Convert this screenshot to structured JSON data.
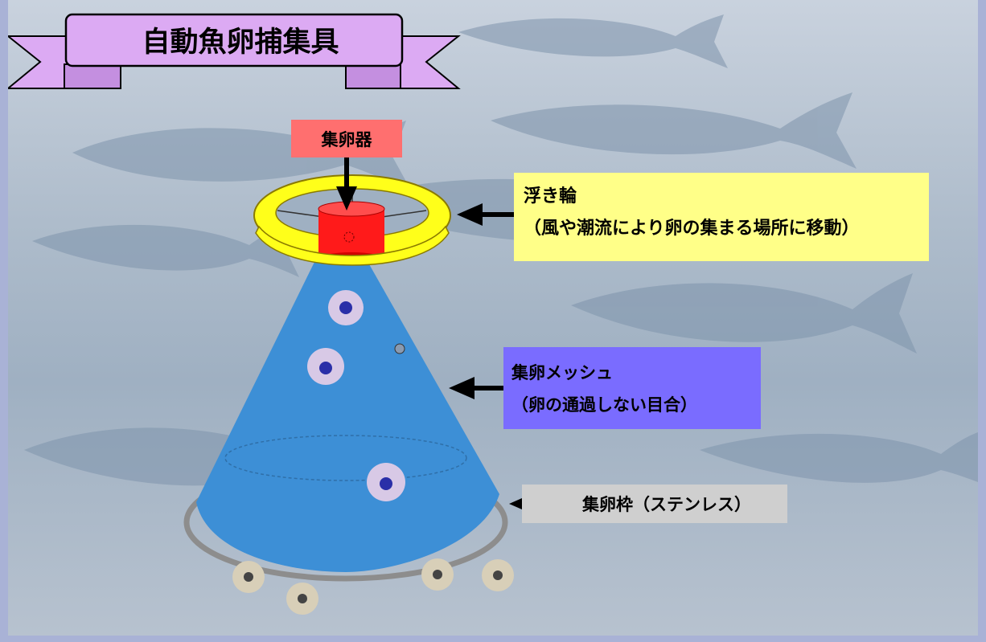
{
  "title": "自動魚卵捕集具",
  "labels": {
    "collector": "集卵器",
    "float_ring": {
      "line1": "浮き輪",
      "line2": "（風や潮流により卵の集まる場所に移動）"
    },
    "mesh": {
      "line1": "集卵メッシュ",
      "line2": "（卵の通過しない目合）"
    },
    "frame": "集卵枠（ステンレス）"
  },
  "colors": {
    "banner": "#dcaaf3",
    "collector_label": "#ff6f6f",
    "float_label": "#ffff88",
    "mesh_label": "#7a6cff",
    "frame_label": "#cfcfcf",
    "cone": "#3d8fd6",
    "ring": "#ffff1a",
    "collector": "#ff1a1a"
  },
  "icons": [
    "arrow-left-icon",
    "arrow-down-icon",
    "fish-egg-icon",
    "tuna-silhouette"
  ]
}
